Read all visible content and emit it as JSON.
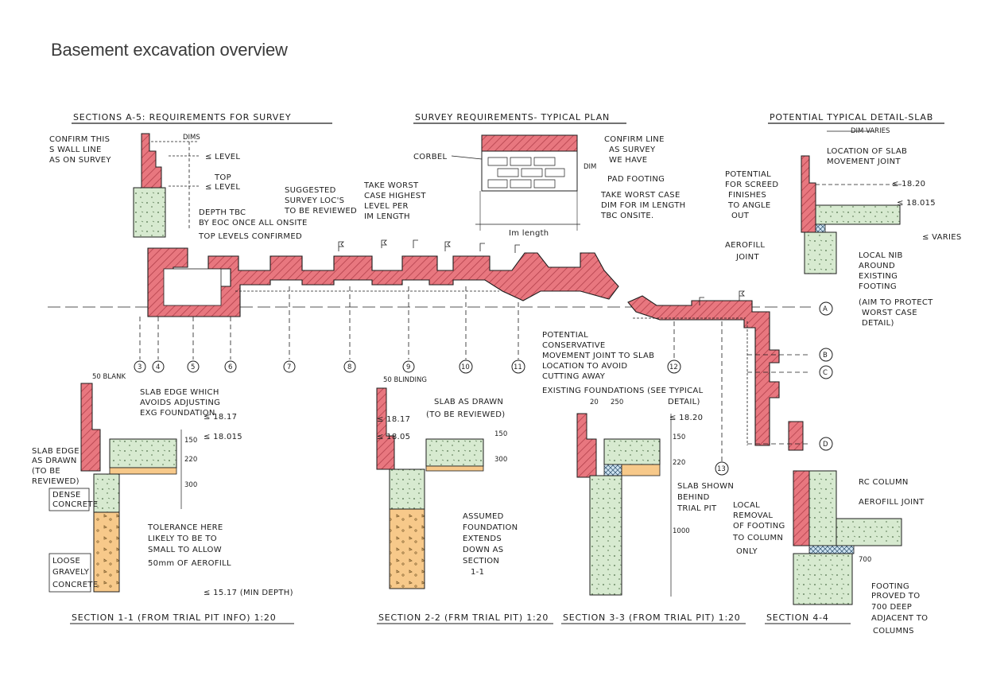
{
  "page": {
    "title": "Basement excavation overview"
  },
  "colors": {
    "wall": "#e8777f",
    "wall_dark": "#c44a55",
    "slab": "#d7ead0",
    "soil": "#f7c98a",
    "ink": "#1d1d1d"
  },
  "headings": {
    "sections_a5": "SECTIONS A-5: REQUIREMENTS FOR SURVEY",
    "typical_plan": "SURVEY REQUIREMENTS- TYPICAL PLAN",
    "slab_detail": "POTENTIAL TYPICAL DETAIL-SLAB",
    "section_1": "SECTION 1-1 (FROM TRIAL PIT INFO) 1:20",
    "section_2": "SECTION 2-2 (FRM TRIAL PIT) 1:20",
    "section_3": "SECTION 3-3 (FROM TRIAL PIT) 1:20",
    "section_4": "SECTION 4-4"
  },
  "notes_a5": {
    "confirm": [
      "CONFIRM THIS",
      "S WALL LINE",
      "AS ON SURVEY"
    ],
    "dims": "DIMS",
    "level1": "≤ LEVEL",
    "top_level": [
      "TOP",
      "≤ LEVEL"
    ],
    "depth": [
      "DEPTH TBC",
      "BY EOC ONCE ALL ONSITE",
      "TOP LEVELS CONFIRMED"
    ],
    "suggested": [
      "SUGGESTED",
      "SURVEY LOC'S",
      "TO BE REVIEWED"
    ]
  },
  "notes_plan": {
    "corbel": "CORBEL",
    "confirm_line": [
      "CONFIRM LINE",
      "AS SURVEY",
      "WE HAVE"
    ],
    "dim": "DIM",
    "pad": "PAD FOOTING",
    "take_worst_dim": [
      "TAKE WORST CASE",
      "DIM FOR IM LENGTH",
      "TBC ONSITE."
    ],
    "take_worst_level": [
      "TAKE WORST",
      "CASE HIGHEST",
      "LEVEL PER",
      "IM LENGTH"
    ],
    "length": "Im length"
  },
  "notes_slab": {
    "dim_varies": "DIM VARIES",
    "location": [
      "LOCATION OF SLAB",
      "MOVEMENT JOINT"
    ],
    "potential": [
      "POTENTIAL",
      "FOR SCREED",
      "FINISHES",
      "TO ANGLE",
      "OUT"
    ],
    "lvl1": "≤ 18.20",
    "lvl2": "≤ 18.015",
    "varies": "≤ VARIES",
    "aerofill": [
      "AEROFILL",
      "JOINT"
    ],
    "local_nib": [
      "LOCAL NIB",
      "AROUND",
      "EXISTING",
      "FOOTING",
      "(AIM TO PROTECT",
      "WORST CASE",
      "DETAIL)"
    ]
  },
  "grid": {
    "numbers": [
      "3",
      "4",
      "5",
      "6",
      "7",
      "8",
      "9",
      "10",
      "11",
      "12",
      "13"
    ],
    "letters": [
      "A",
      "B",
      "C",
      "D"
    ]
  },
  "notes_mid": {
    "movement": [
      "POTENTIAL",
      "CONSERVATIVE",
      "MOVEMENT JOINT TO SLAB",
      "LOCATION TO AVOID",
      "CUTTING AWAY",
      "EXISTING FOUNDATIONS (SEE TYPICAL",
      "DETAIL)"
    ]
  },
  "section1": {
    "top": "50 BLANK",
    "slab_edge": [
      "SLAB EDGE WHICH",
      "AVOIDS ADJUSTING",
      "EXG FOUNDATION"
    ],
    "lvl_a": "≤ 18.17",
    "lvl_b": "≤ 18.015",
    "dims": [
      "150",
      "220",
      "300"
    ],
    "slab_drawn": [
      "SLAB EDGE",
      "AS DRAWN",
      "(TO BE",
      "REVIEWED)"
    ],
    "dense": [
      "DENSE",
      "CONCRETE"
    ],
    "tolerance": [
      "TOLERANCE HERE",
      "LIKELY TO BE TO",
      "SMALL TO ALLOW",
      "50mm OF AEROFILL"
    ],
    "loose": [
      "LOOSE",
      "GRAVELY",
      "CONCRETE"
    ],
    "min_depth": "≤ 15.17 (MIN DEPTH)"
  },
  "section2": {
    "top": "50 BLINDING",
    "slab_drawn": [
      "SLAB AS DRAWN",
      "(TO BE REVIEWED)"
    ],
    "lvl_a": "≤ 18.17",
    "lvl_b": "≤ 18.05",
    "dims": [
      "150",
      "300"
    ],
    "assumed": [
      "ASSUMED",
      "FOUNDATION",
      "EXTENDS",
      "DOWN AS",
      "SECTION",
      "1-1"
    ]
  },
  "section3": {
    "dims": [
      "20",
      "250"
    ],
    "lvl": "≤ 18.20",
    "side_dims": [
      "150",
      "220"
    ],
    "depth": "1000",
    "slab_shown": [
      "SLAB SHOWN",
      "BEHIND",
      "TRIAL PIT"
    ]
  },
  "section4": {
    "rc": "RC COLUMN",
    "aerofill": "AEROFILL JOINT",
    "local": [
      "LOCAL",
      "REMOVAL",
      "OF FOOTING",
      "TO COLUMN",
      "ONLY"
    ],
    "footing": [
      "FOOTING",
      "PROVED TO",
      "700 DEEP",
      "ADJACENT TO",
      "COLUMNS"
    ],
    "dim": "700"
  }
}
